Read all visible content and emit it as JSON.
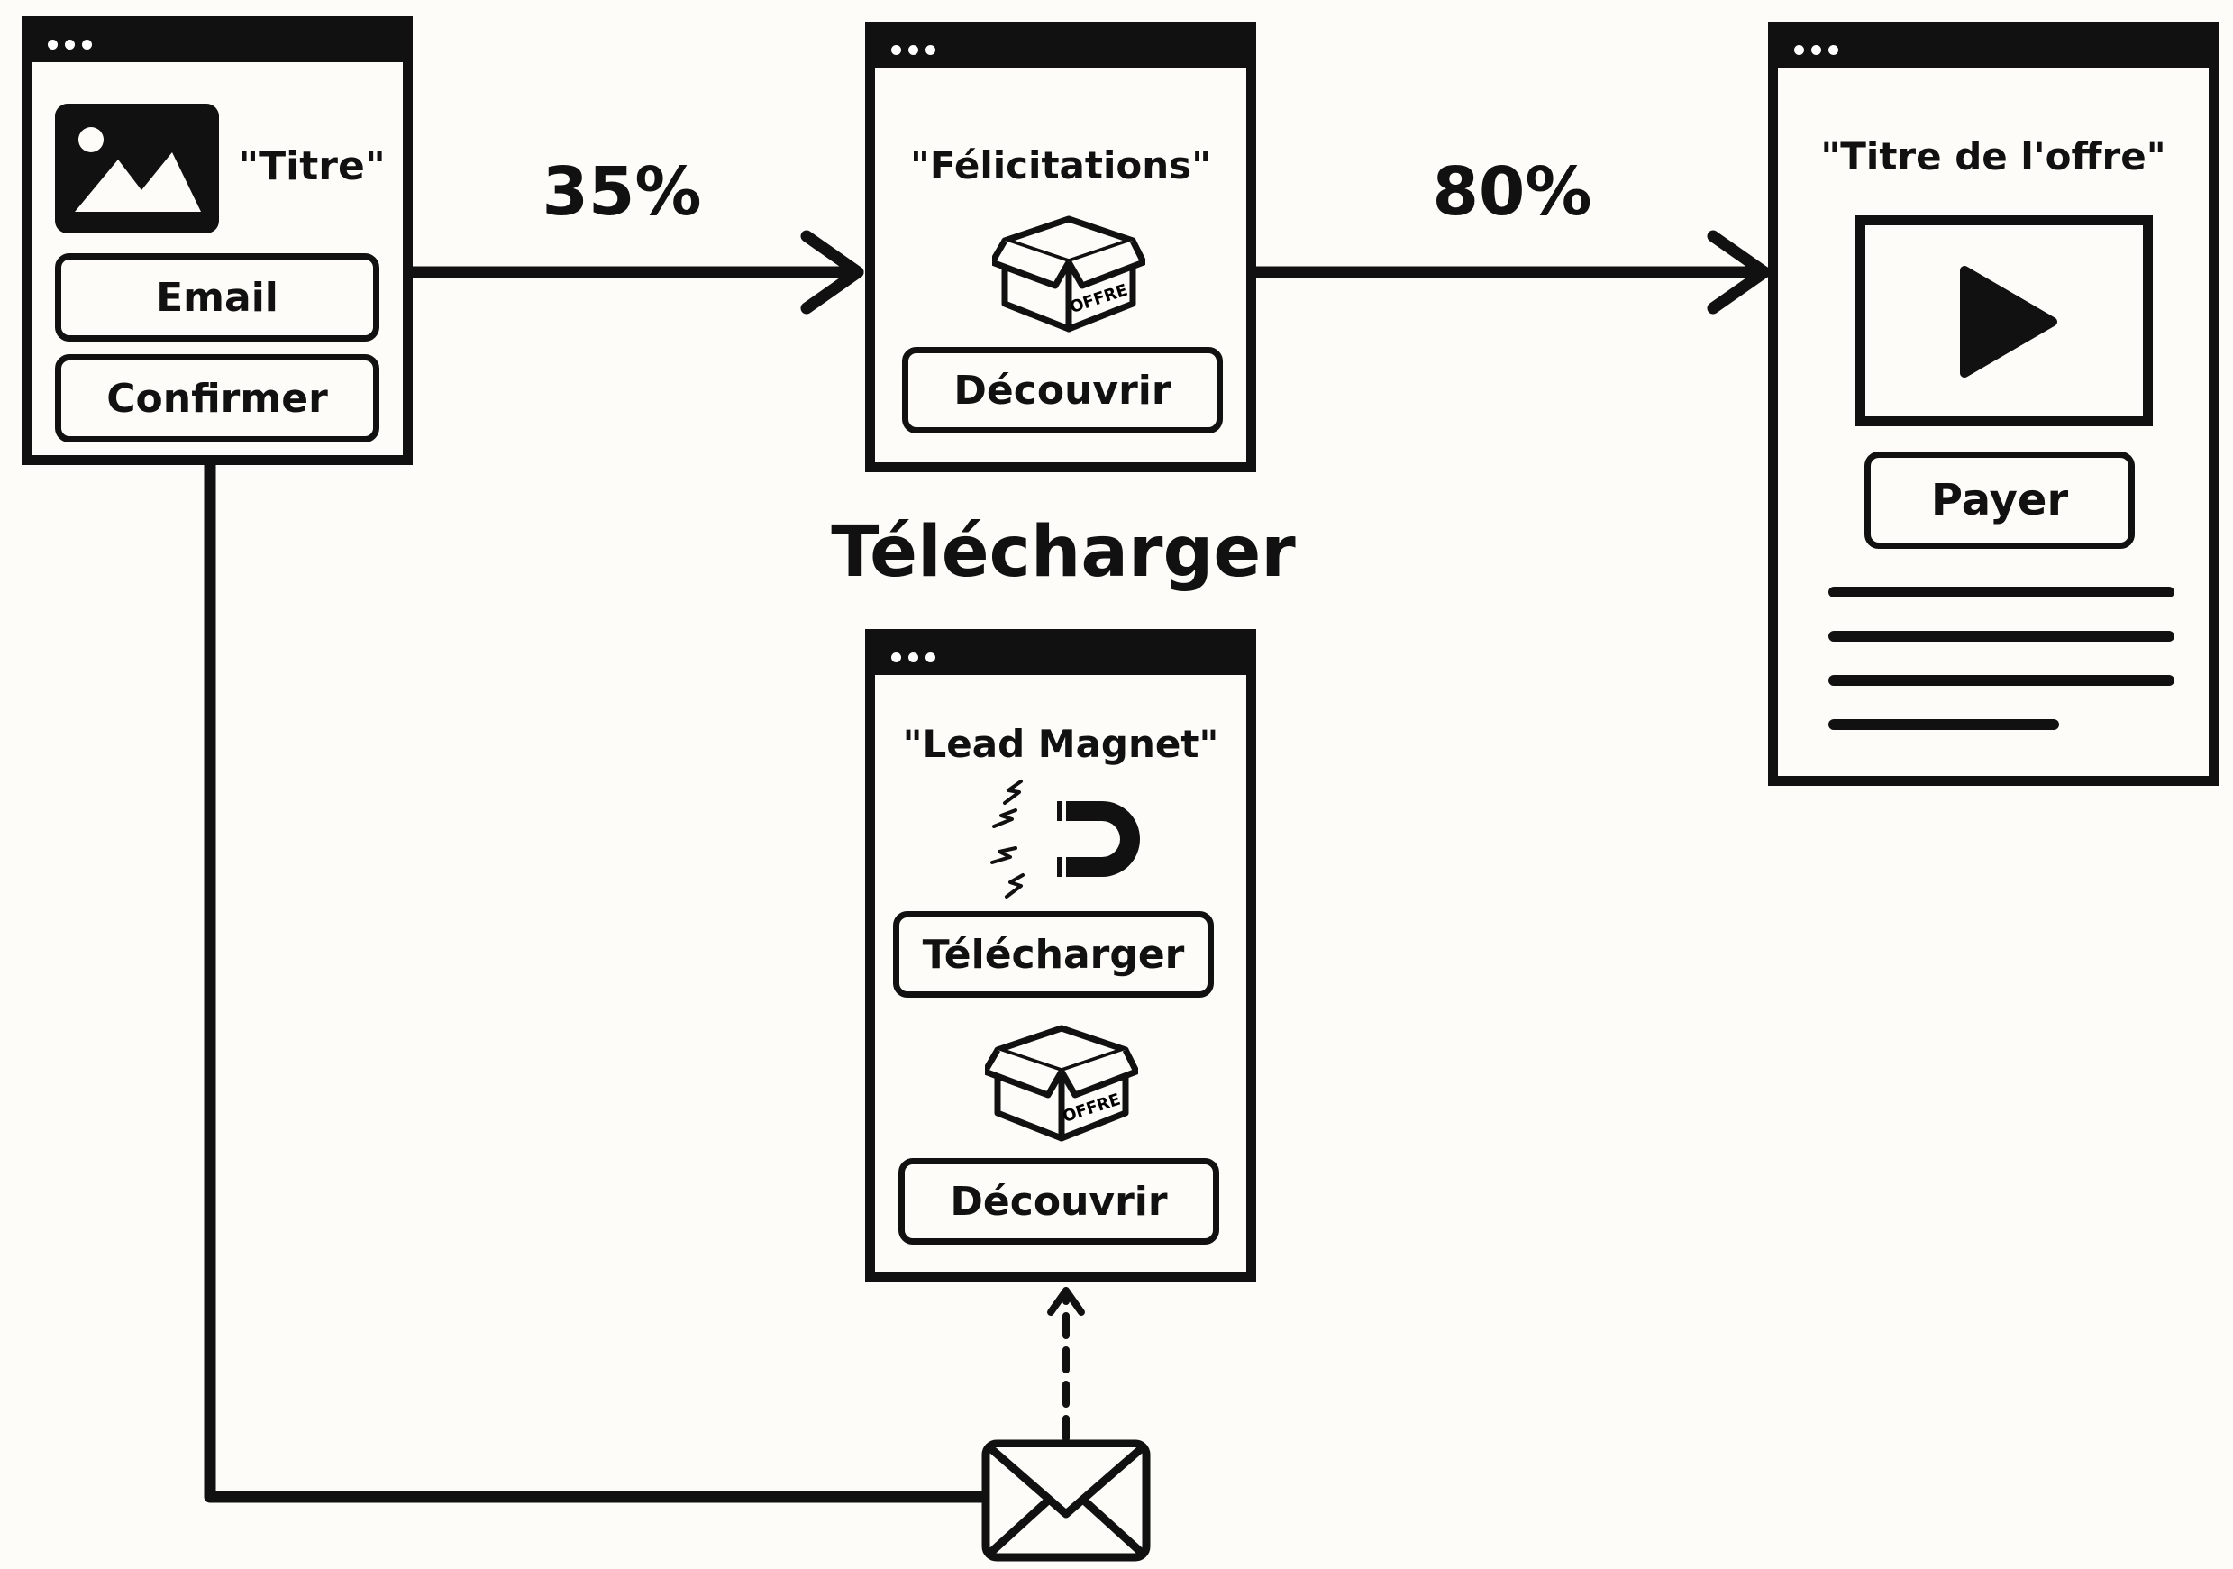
{
  "windows": {
    "signup": {
      "title": "\"Titre\"",
      "email_label": "Email",
      "confirm_label": "Confirmer",
      "icon": "image-icon"
    },
    "thanks": {
      "title": "\"Félicitations\"",
      "offer_tag": "OFFRE",
      "button_label": "Découvrir",
      "icon": "offer-box-icon"
    },
    "offer": {
      "title": "\"Titre de l'offre\"",
      "pay_label": "Payer",
      "icon": "video-play-icon"
    },
    "lead": {
      "title": "\"Lead Magnet\"",
      "download_label": "Télécharger",
      "offer_tag": "OFFRE",
      "discover_label": "Découvrir",
      "icons": [
        "magnet-icon",
        "offer-box-icon"
      ]
    }
  },
  "flow": {
    "rate_1": "35%",
    "rate_2": "80%",
    "download_heading": "Télécharger",
    "email_icon": "envelope-icon"
  }
}
